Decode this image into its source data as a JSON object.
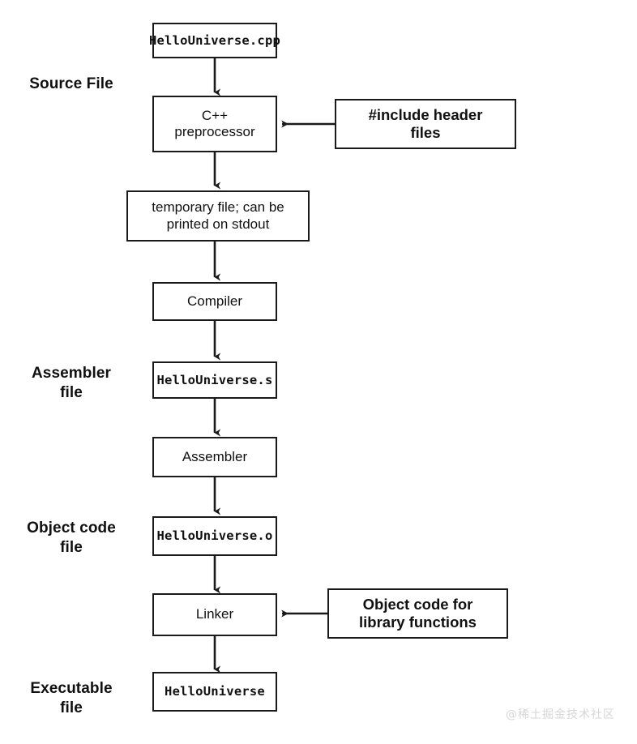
{
  "diagram": {
    "title": "C++ compilation pipeline",
    "stroke_color": "#1a1a1a",
    "background_color": "#ffffff",
    "stage_labels": [
      {
        "id": "source-file",
        "text": "Source File"
      },
      {
        "id": "assembler-file",
        "text": "Assembler\nfile"
      },
      {
        "id": "object-code-file",
        "text": "Object code\nfile"
      },
      {
        "id": "executable-file",
        "text": "Executable\nfile"
      }
    ],
    "nodes": [
      {
        "id": "hellouniverse-cpp",
        "text": "HelloUniverse.cpp"
      },
      {
        "id": "cpp-preprocessor",
        "text": "C++\npreprocessor"
      },
      {
        "id": "include-header-files",
        "text": "#include header\nfiles"
      },
      {
        "id": "temporary-file",
        "text": "temporary file; can be\nprinted on stdout"
      },
      {
        "id": "compiler",
        "text": "Compiler"
      },
      {
        "id": "hellouniverse-s",
        "text": "HelloUniverse.s"
      },
      {
        "id": "assembler",
        "text": "Assembler"
      },
      {
        "id": "hellouniverse-o",
        "text": "HelloUniverse.o"
      },
      {
        "id": "linker",
        "text": "Linker"
      },
      {
        "id": "object-code-library",
        "text": "Object code for\nlibrary functions"
      },
      {
        "id": "hellouniverse",
        "text": "HelloUniverse"
      }
    ],
    "watermark": "@稀土掘金技术社区"
  }
}
